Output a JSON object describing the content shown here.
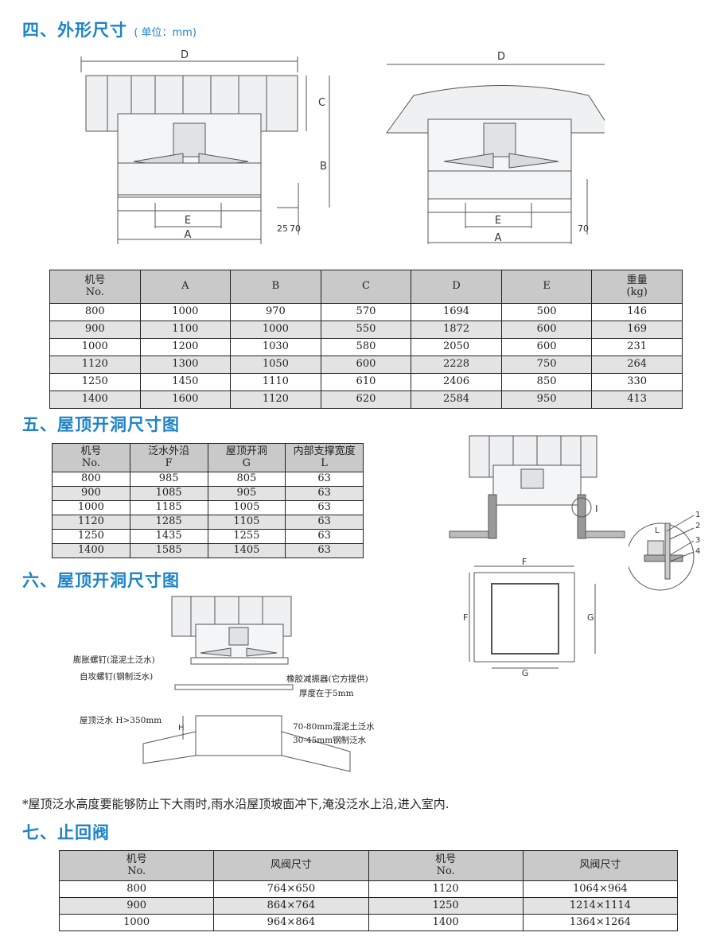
{
  "sections": {
    "s4_title": "四、外形尺寸",
    "s4_unit": "( 单位：mm)",
    "s5_title": "五、屋顶开洞尺寸图",
    "s6_title": "六、屋顶开洞尺寸图",
    "s7_title": "七、止回阀"
  },
  "dims_table": {
    "headers": [
      {
        "l1": "机号",
        "l2": "No."
      },
      {
        "l1": "A",
        "l2": ""
      },
      {
        "l1": "B",
        "l2": ""
      },
      {
        "l1": "C",
        "l2": ""
      },
      {
        "l1": "D",
        "l2": ""
      },
      {
        "l1": "E",
        "l2": ""
      },
      {
        "l1": "重量",
        "l2": "(kg)"
      }
    ],
    "rows": [
      [
        "800",
        "1000",
        "970",
        "570",
        "1694",
        "500",
        "146"
      ],
      [
        "900",
        "1100",
        "1000",
        "550",
        "1872",
        "600",
        "169"
      ],
      [
        "1000",
        "1200",
        "1030",
        "580",
        "2050",
        "600",
        "231"
      ],
      [
        "1120",
        "1300",
        "1050",
        "600",
        "2228",
        "750",
        "264"
      ],
      [
        "1250",
        "1450",
        "1110",
        "610",
        "2406",
        "850",
        "330"
      ],
      [
        "1400",
        "1600",
        "1120",
        "620",
        "2584",
        "950",
        "413"
      ]
    ]
  },
  "opening_table": {
    "headers": [
      {
        "l1": "机号",
        "l2": "No."
      },
      {
        "l1": "泛水外沿",
        "l2": "F"
      },
      {
        "l1": "屋顶开洞",
        "l2": "G"
      },
      {
        "l1": "内部支撑宽度",
        "l2": "L"
      }
    ],
    "rows": [
      [
        "800",
        "985",
        "805",
        "63"
      ],
      [
        "900",
        "1085",
        "905",
        "63"
      ],
      [
        "1000",
        "1185",
        "1005",
        "63"
      ],
      [
        "1120",
        "1285",
        "1105",
        "63"
      ],
      [
        "1250",
        "1435",
        "1255",
        "63"
      ],
      [
        "1400",
        "1585",
        "1405",
        "63"
      ]
    ]
  },
  "drawing_labels": {
    "D": "D",
    "C": "C",
    "B": "B",
    "E": "E",
    "A": "A",
    "F": "F",
    "G": "G",
    "I": "I",
    "d25": "25",
    "d70": "70",
    "n1": "1",
    "n2": "2",
    "n3": "3",
    "n4": "4"
  },
  "install_labels": {
    "expansion_bolt": "膨胀螺钉(混泥土泛水)",
    "self_tapping": "自攻螺钉(钢制泛水)",
    "rubber_damper": "橡胶减振器(它方提供)",
    "thickness": "厚度在于5mm",
    "roof_flashing": "屋顶泛水 H>350mm",
    "h_letter": "H",
    "concrete_flashing": "70-80mm混泥土泛水",
    "steel_flashing": "30-45mm钢制泛水"
  },
  "note": "*屋顶泛水高度要能够防止下大雨时,雨水沿屋顶坡面冲下,淹没泛水上沿,进入室内.",
  "valve_table": {
    "headers": [
      {
        "l1": "机号",
        "l2": "No."
      },
      {
        "l1": "风阀尺寸",
        "l2": ""
      },
      {
        "l1": "机号",
        "l2": "No."
      },
      {
        "l1": "风阀尺寸",
        "l2": ""
      }
    ],
    "rows": [
      [
        "800",
        "764×650",
        "1120",
        "1064×964"
      ],
      [
        "900",
        "864×764",
        "1250",
        "1214×1114"
      ],
      [
        "1000",
        "964×864",
        "1400",
        "1364×1264"
      ]
    ]
  },
  "colors": {
    "title_blue": "#1d83c6",
    "header_gray": "#c9c9c9",
    "row_gray": "#e3e3e3"
  }
}
